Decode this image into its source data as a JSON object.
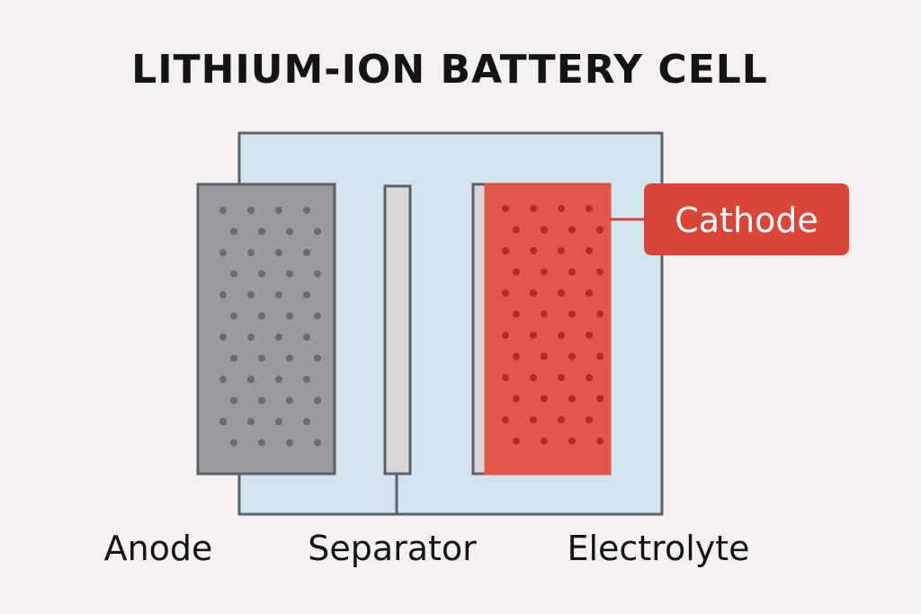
{
  "title": "LITHIUM-ION BATTERY CELL",
  "labels": {
    "anode": "Anode",
    "separator": "Separator",
    "electrolyte": "Electrolyte",
    "cathode": "Cathode"
  },
  "colors": {
    "background": "#f4f1f0",
    "electrolyte_fill": "#d2e5ec",
    "outline": "#5c6068",
    "anode_fill": "#9a9b9f",
    "anode_dot": "#686b72",
    "separator_fill": "#d8d6d6",
    "cathode_fill": "#e25848",
    "cathode_dot": "#b8281f",
    "callout_fill": "#db4538"
  }
}
